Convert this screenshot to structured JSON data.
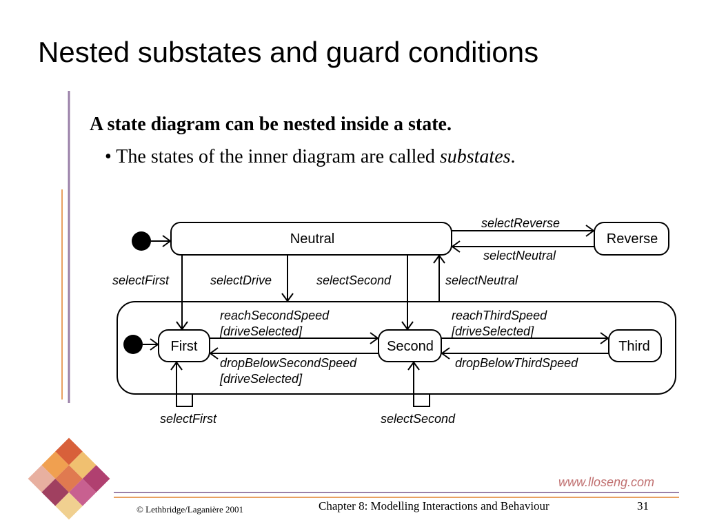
{
  "slide": {
    "title": "Nested substates and guard conditions",
    "heading": "A state diagram can be nested inside a state.",
    "bullet_prefix": "• The states of the inner diagram are called ",
    "bullet_emphasis": "substates",
    "bullet_suffix": "."
  },
  "diagram": {
    "states": {
      "neutral": "Neutral",
      "reverse": "Reverse",
      "first": "First",
      "second": "Second",
      "third": "Third"
    },
    "transitions": {
      "select_reverse": "selectReverse",
      "select_neutral_top": "selectNeutral",
      "select_first_top": "selectFirst",
      "select_drive": "selectDrive",
      "select_second_top": "selectSecond",
      "select_neutral_right": "selectNeutral",
      "reach_second_speed": "reachSecondSpeed",
      "reach_second_guard": "[driveSelected]",
      "reach_third_speed": "reachThirdSpeed",
      "reach_third_guard": "[driveSelected]",
      "drop_below_second": "dropBelowSecondSpeed",
      "drop_below_second_guard": "[driveSelected]",
      "drop_below_third": "dropBelowThirdSpeed",
      "select_first_bottom": "selectFirst",
      "select_second_bottom": "selectSecond"
    }
  },
  "footer": {
    "copyright": "© Lethbridge/Laganière 2001",
    "chapter": "Chapter 8: Modelling Interactions and Behaviour",
    "page_number": "31",
    "brand": "www.lloseng.com"
  },
  "colors": {
    "accent_line": "#e8a060",
    "accent_purple": "#9a80a8"
  }
}
